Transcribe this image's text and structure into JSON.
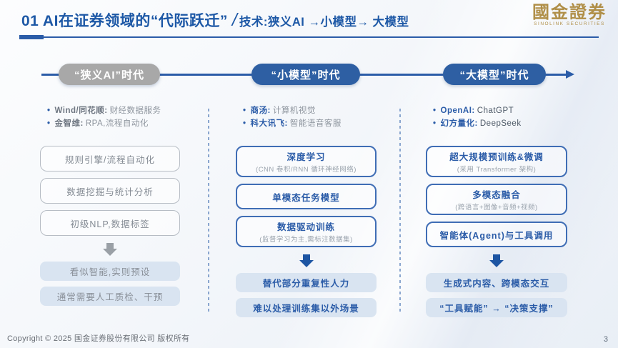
{
  "header": {
    "title_main": "01 AI在证券领域的“代际跃迁”",
    "divider": "/",
    "title_sub": "技术:狭义AI →小模型→ 大模型",
    "logo_text": "國金證券",
    "logo_subtext": "SINOLINK SECURITIES"
  },
  "timeline": {
    "eras": [
      {
        "label": "“狭义AI”时代",
        "color": "#a8a8a8"
      },
      {
        "label": "“小模型”时代",
        "color": "#2e5fa3"
      },
      {
        "label": "“大模型”时代",
        "color": "#2e5fa3"
      }
    ]
  },
  "columns": [
    {
      "bullets": [
        {
          "name": "Wind/同花顺:",
          "desc": "财经数据服务"
        },
        {
          "name": "金智维:",
          "desc": "RPA,流程自动化"
        }
      ],
      "boxes": [
        {
          "title": "规则引擎/流程自动化"
        },
        {
          "title": "数据挖掘与统计分析"
        },
        {
          "title": "初级NLP,数据标签"
        }
      ],
      "results": [
        "看似智能,实则预设",
        "通常需要人工质检、干预"
      ]
    },
    {
      "bullets": [
        {
          "name": "商汤:",
          "desc": "计算机视觉"
        },
        {
          "name": "科大讯飞:",
          "desc": "智能语音客服"
        }
      ],
      "boxes": [
        {
          "title": "深度学习",
          "sub": "(CNN 卷积/RNN 循环神经网络)"
        },
        {
          "title": "单模态任务模型"
        },
        {
          "title": "数据驱动训练",
          "sub": "(监督学习为主,需标注数据集)"
        }
      ],
      "results": [
        "替代部分重复性人力",
        "难以处理训练集以外场景"
      ]
    },
    {
      "bullets": [
        {
          "name": "OpenAI:",
          "desc": "ChatGPT"
        },
        {
          "name": "幻方量化:",
          "desc": "DeepSeek"
        }
      ],
      "boxes": [
        {
          "title": "超大规模预训练&微调",
          "sub": "(采用 Transformer 架构)"
        },
        {
          "title": "多模态融合",
          "sub": "(跨语言+图像+音频+视频)"
        },
        {
          "title": "智能体(Agent)与工具调用"
        }
      ],
      "results": [
        "生成式内容、跨模态交互",
        "“工具赋能” → “决策支撑”"
      ]
    }
  ],
  "footer": {
    "copyright": "Copyright © 2025 国金证券股份有限公司 版权所有",
    "page": "3"
  },
  "colors": {
    "primary_blue": "#2b5ca8",
    "pill_gray": "#a8a8a8",
    "box_border_blue": "#3f6db5",
    "box_border_gray": "#b6bcc4",
    "result_bg": "#d9e4f1",
    "logo_gold": "#b08f48"
  }
}
